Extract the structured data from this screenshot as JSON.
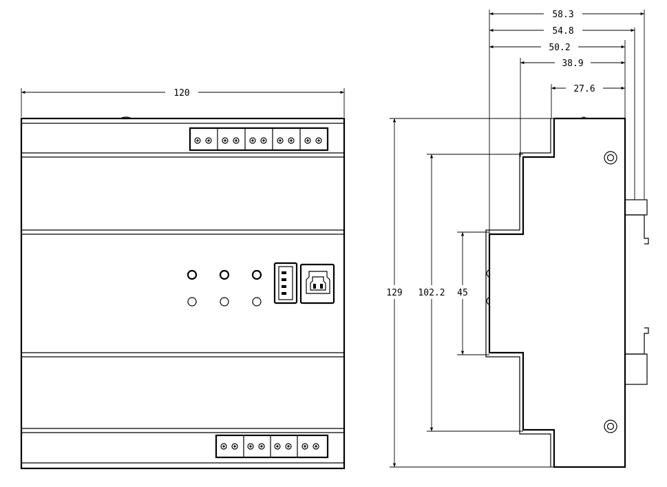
{
  "figure": {
    "front_view": {
      "width_label": "120",
      "terminal_blocks_top": 5,
      "terminal_blocks_bottom": 4,
      "leds_rows": 2,
      "leds_per_row": 3,
      "ports": [
        "usb-a-icon",
        "usb-b-icon"
      ]
    },
    "side_view": {
      "horizontal_dims": [
        "58.3",
        "54.8",
        "50.2",
        "38.9",
        "27.6"
      ],
      "vertical_dims": [
        "129",
        "102.2",
        "45"
      ]
    }
  }
}
